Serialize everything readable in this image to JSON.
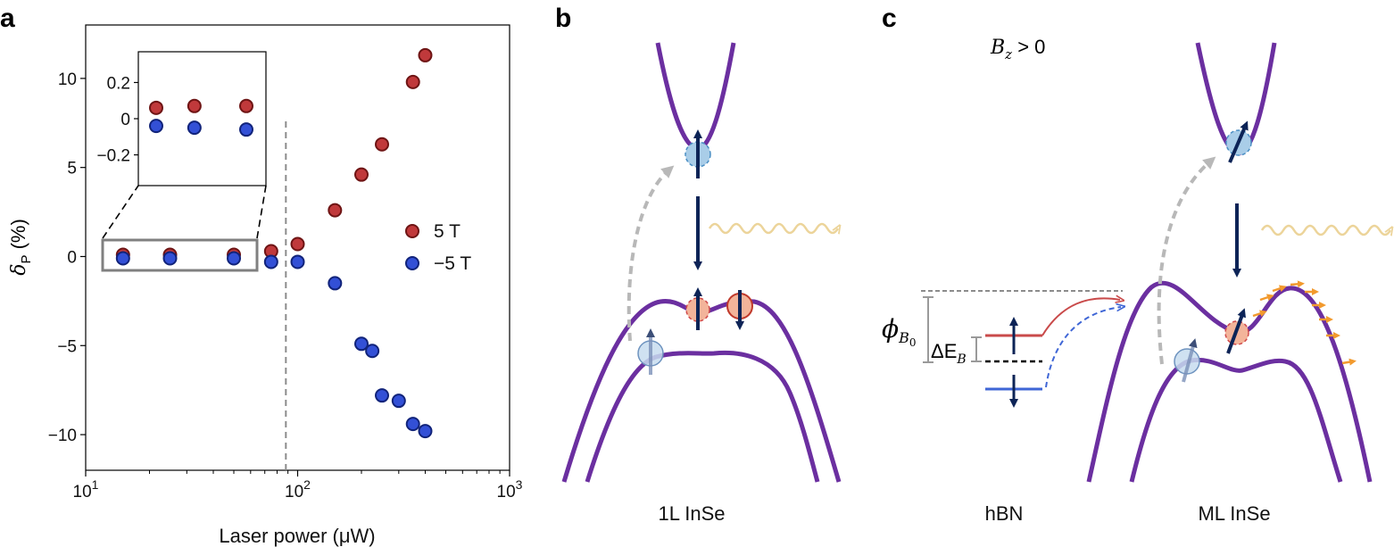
{
  "panels": {
    "a": "a",
    "b": "b",
    "c": "c"
  },
  "chart_data": {
    "type": "scatter",
    "xscale": "log",
    "xlim": [
      10,
      1000
    ],
    "ylim": [
      -12,
      13
    ],
    "xlabel": "Laser power (μW)",
    "ylabel_main": "δ",
    "ylabel_sub": "P",
    "ylabel_rest": " (%)",
    "xticks": [
      {
        "v": 10,
        "base": "10",
        "exp": "1"
      },
      {
        "v": 100,
        "base": "10",
        "exp": "2"
      },
      {
        "v": 1000,
        "base": "10",
        "exp": "3"
      }
    ],
    "yticks": [
      {
        "v": 10,
        "label": "10"
      },
      {
        "v": 5,
        "label": "5"
      },
      {
        "v": 0,
        "label": "0"
      },
      {
        "v": -5,
        "label": "−5"
      },
      {
        "v": -10,
        "label": "−10"
      }
    ],
    "vline_x": 88,
    "series": [
      {
        "name": "5 T",
        "color": "#c0393b",
        "edge": "#6e1414",
        "x": [
          15,
          25,
          50,
          75,
          100,
          150,
          200,
          250,
          350,
          400
        ],
        "y": [
          0.1,
          0.1,
          0.1,
          0.3,
          0.7,
          2.6,
          4.6,
          6.3,
          9.8,
          11.3
        ]
      },
      {
        "name": "−5 T",
        "color": "#3350d6",
        "edge": "#11237a",
        "x": [
          15,
          25,
          50,
          75,
          100,
          150,
          200,
          225,
          250,
          300,
          350,
          400
        ],
        "y": [
          -0.1,
          -0.1,
          -0.1,
          -0.3,
          -0.3,
          -1.5,
          -4.9,
          -5.3,
          -7.8,
          -8.1,
          -9.4,
          -9.8
        ]
      }
    ],
    "inset": {
      "ylim": [
        -0.37,
        0.37
      ],
      "yticks": [
        {
          "v": 0.2,
          "label": "0.2"
        },
        {
          "v": 0,
          "label": "0"
        },
        {
          "v": -0.2,
          "label": "−0.2"
        }
      ],
      "points_5T": [
        0.06,
        0.07,
        0.07
      ],
      "points_m5T": [
        -0.04,
        -0.05,
        -0.06
      ]
    }
  },
  "panel_b": {
    "caption": "1L InSe"
  },
  "panel_c": {
    "condition_symbol": "B",
    "condition_sub": "z",
    "condition_rest": " > 0",
    "phi_symbol": "ϕ",
    "phi_sub": "B",
    "phi_subsub": "0",
    "delta_main": "ΔE",
    "delta_sub": "B",
    "caption_left": "hBN",
    "caption_right": "ML InSe"
  }
}
